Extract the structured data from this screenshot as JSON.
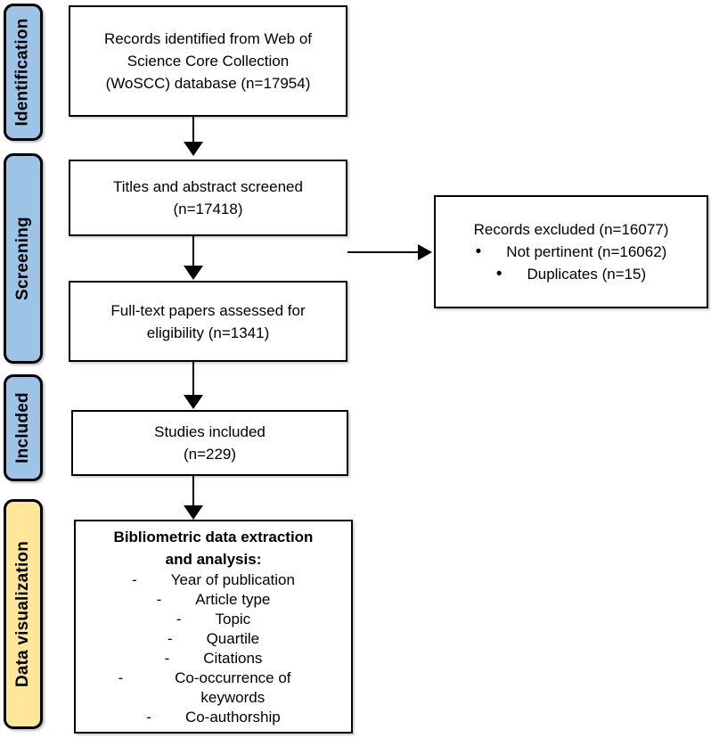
{
  "diagram": {
    "title": "PRISMA-style literature selection flow diagram",
    "colors": {
      "stage_blue": "#9dc3e6",
      "stage_yellow": "#ffe699",
      "box_background": "#ffffff",
      "border": "#000000"
    },
    "glyphs": {
      "bullet": "•",
      "dash": "-"
    },
    "sidebar": {
      "stages": [
        {
          "label": "Identification"
        },
        {
          "label": "Screening"
        },
        {
          "label": "Included"
        },
        {
          "label": "Data visualization"
        }
      ]
    },
    "flow": {
      "records_identified": {
        "lines": [
          "Records identified from Web of",
          "Science Core Collection",
          "(WoSCC) database (n=17954)"
        ],
        "n": 17954
      },
      "titles_screened": {
        "lines": [
          "Titles and abstract screened",
          "(n=17418)"
        ],
        "n": 17418
      },
      "fulltext_assessed": {
        "lines": [
          "Full-text papers assessed for",
          "eligibility (n=1341)"
        ],
        "n": 1341
      },
      "studies_included": {
        "lines": [
          "Studies included",
          "(n=229)"
        ],
        "n": 229
      },
      "records_excluded": {
        "title": "Records excluded (n=16077)",
        "n": 16077,
        "bullets": [
          "Not pertinent (n=16062)",
          "Duplicates (n=15)"
        ]
      },
      "bibliometric": {
        "title_lines": [
          "Bibliometric data extraction",
          "and analysis:"
        ],
        "items": [
          "Year of publication",
          "Article type",
          "Topic",
          "Quartile",
          "Citations",
          "Co-occurrence of keywords",
          "Co-authorship"
        ]
      }
    }
  }
}
